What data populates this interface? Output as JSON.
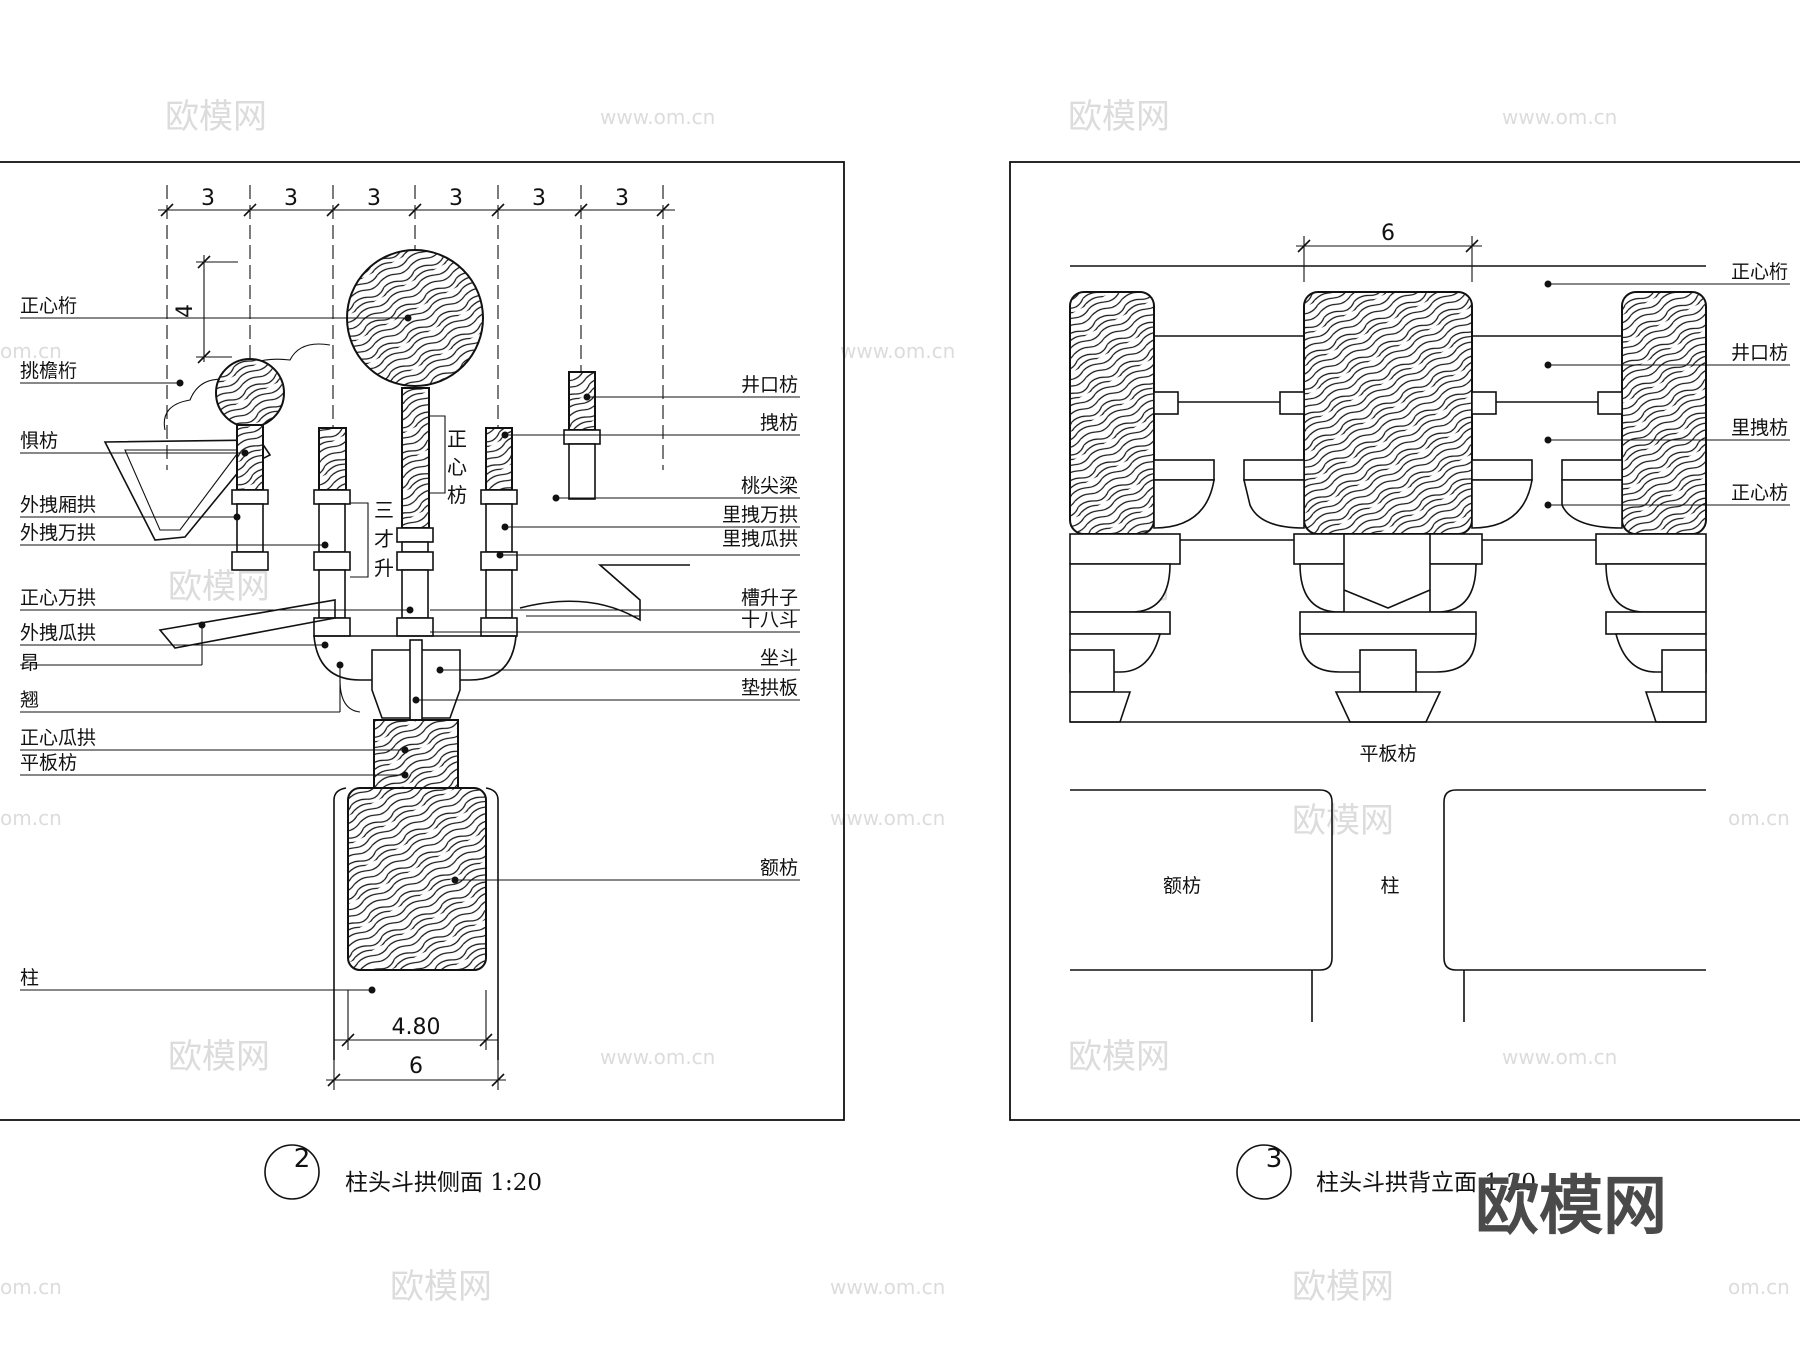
{
  "watermarks": {
    "brand": "欧模网",
    "url": "www.om.cn",
    "url_partial": "om.cn"
  },
  "corner_logo": "欧模网",
  "left_view": {
    "title": "柱头斗拱侧面 1:20",
    "number": "2",
    "top_dims": [
      "3",
      "3",
      "3",
      "3",
      "3",
      "3"
    ],
    "vertical_dim": "4",
    "bottom_dims": [
      "4.80",
      "6"
    ],
    "center_labels": {
      "sancaisheng": [
        "三",
        "才",
        "升"
      ],
      "zhengxinfang": [
        "正",
        "心",
        "枋"
      ]
    },
    "left_labels": [
      "正心桁",
      "挑檐桁",
      "惧枋",
      "外拽厢拱",
      "外拽万拱",
      "正心万拱",
      "外拽瓜拱",
      "昂",
      "翘",
      "正心瓜拱",
      "平板枋",
      "柱"
    ],
    "right_labels": [
      "井口枋",
      "拽枋",
      "桃尖梁",
      "里拽万拱",
      "里拽瓜拱",
      "槽升子",
      "十八斗",
      "坐斗",
      "垫拱板",
      "额枋"
    ]
  },
  "right_view": {
    "title": "柱头斗拱背立面 1:20",
    "number": "3",
    "top_dim": "6",
    "right_labels": [
      "正心桁",
      "井口枋",
      "里拽枋",
      "正心枋"
    ],
    "bottom_labels": {
      "pingbanfang": "平板枋",
      "efang": "额枋",
      "zhu": "柱"
    }
  }
}
